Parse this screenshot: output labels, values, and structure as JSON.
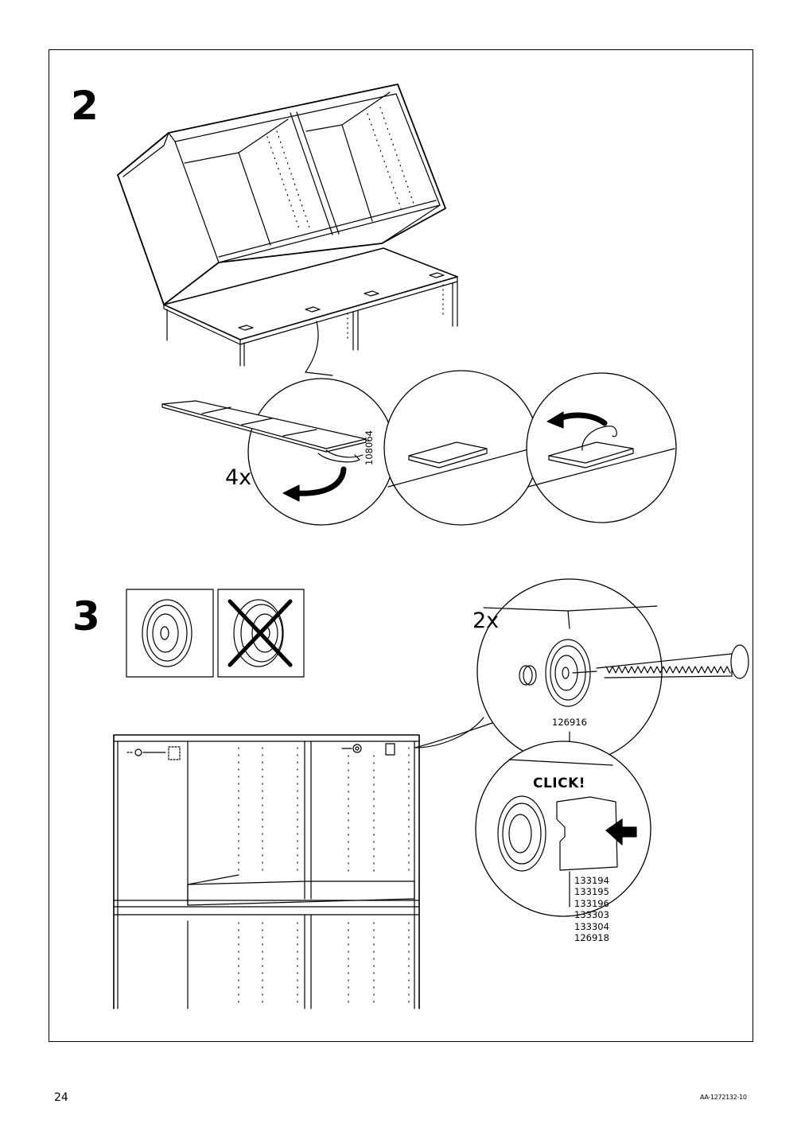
{
  "page": {
    "number": "24",
    "doc_id": "AA-1272132-10"
  },
  "step2": {
    "number": "2",
    "quantity": "4x",
    "part_number": "108064"
  },
  "step3": {
    "number": "3",
    "quantity": "2x",
    "screw_part_number": "126916",
    "click_label": "CLICK!",
    "compatible_parts": [
      "133194",
      "133195",
      "133196",
      "133303",
      "133304",
      "126918"
    ]
  }
}
